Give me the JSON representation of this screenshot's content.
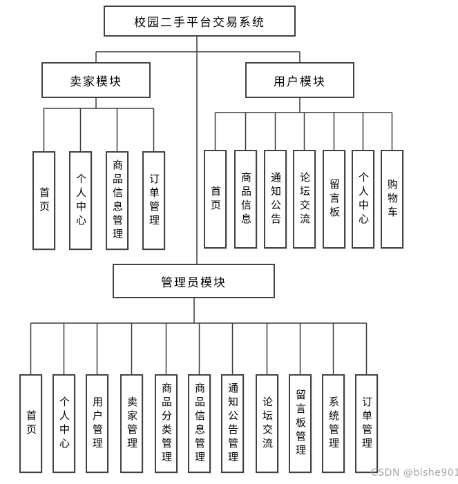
{
  "title": "校园二手平台交易系统",
  "root_label": "校园二手平台交易系统",
  "seller": {
    "label": "卖家模块",
    "children": [
      "首页",
      "个人中心",
      "商品信息管理",
      "订单管理"
    ]
  },
  "user": {
    "label": "用户模块",
    "children": [
      "首页",
      "商品信息",
      "通知公告",
      "论坛交流",
      "留言板",
      "个人中心",
      "购物车"
    ]
  },
  "admin": {
    "label": "管理员模块",
    "children": [
      "首页",
      "个人中心",
      "用户管理",
      "卖家管理",
      "商品分类管理",
      "商品信息管理",
      "通知公告管理",
      "论坛交流",
      "留言板管理",
      "系统管理",
      "订单管理"
    ]
  },
  "watermark": "CSDN @bishe901",
  "colors": {
    "line": "#3a3a3a",
    "box_border": "#424242",
    "text": "#000000",
    "watermark": "#a4a4ab",
    "background": "#ffffff"
  }
}
